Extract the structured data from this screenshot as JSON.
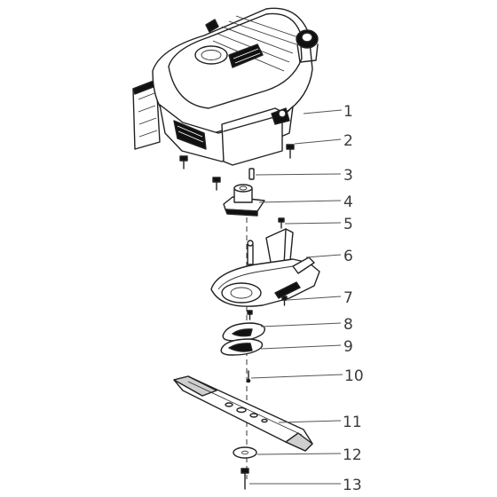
{
  "diagram": {
    "callouts": [
      {
        "number": "1"
      },
      {
        "number": "2"
      },
      {
        "number": "3"
      },
      {
        "number": "4"
      },
      {
        "number": "5"
      },
      {
        "number": "6"
      },
      {
        "number": "7"
      },
      {
        "number": "8"
      },
      {
        "number": "9"
      },
      {
        "number": "10"
      },
      {
        "number": "11"
      },
      {
        "number": "12"
      },
      {
        "number": "13"
      }
    ]
  }
}
